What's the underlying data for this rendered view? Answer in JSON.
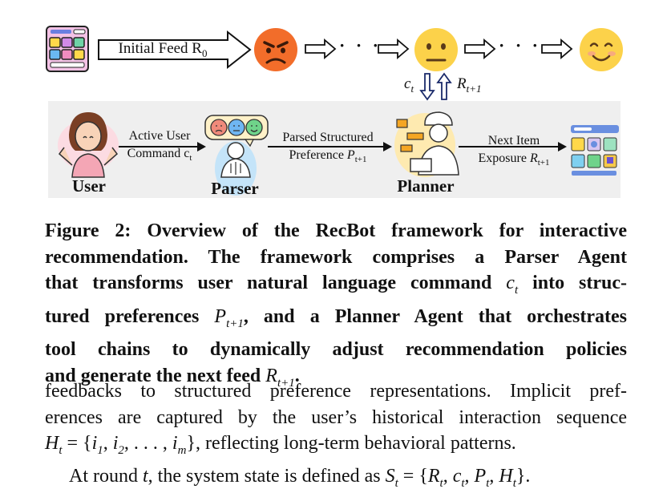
{
  "figure": {
    "initial_feed": {
      "text": "Initial Feed R",
      "sub": "0"
    },
    "top_dots_1": "· · ·",
    "top_dots_2": "· · ·",
    "ct_label": {
      "text": "c",
      "sub": "t"
    },
    "rt1_label": {
      "text": "R",
      "sub": "t+1"
    },
    "nodes": {
      "user": "User",
      "parser": "Parser",
      "planner": "Planner"
    },
    "edge1": {
      "line1": "Active User",
      "line2": "Command c",
      "line2_sub": "t"
    },
    "edge2": {
      "line1": "Parsed Structured",
      "line2": "Preference ",
      "line2_var": "P",
      "line2_sub": "t+1"
    },
    "edge3": {
      "line1": "Next Item",
      "line2": "Exposure ",
      "line2_var": "R",
      "line2_sub": "t+1"
    },
    "icons": [
      "feed-grid-icon",
      "angry-face-icon",
      "neutral-face-icon",
      "smiling-face-icon",
      "user-confused-icon",
      "parser-agent-icon",
      "planner-agent-icon"
    ]
  },
  "caption": {
    "l1": "Figure 2: Overview of the RecBot framework for interactive",
    "l2": "recommendation. The framework comprises a Parser Agent",
    "l3a": "that transforms user natural language command ",
    "l3_var": "c",
    "l3_sub": "t",
    "l3b": " into struc-",
    "l4a": "tured preferences ",
    "l4_var": "P",
    "l4_sub": "t+1",
    "l4b": ", and a Planner Agent that orchestrates",
    "l5": "tool chains to dynamically adjust recommendation policies",
    "l6a": "and generate the next feed ",
    "l6_var": "R",
    "l6_sub": "t+1",
    "l6b": "."
  },
  "body": {
    "l1": "feedbacks to structured preference representations. Implicit pref-",
    "l2": "erences are captured by the user’s historical interaction sequence",
    "l3_h": "H",
    "l3_hsub": "t",
    "l3_eq": " = {",
    "l3_i": "i",
    "l3_sub1": "1",
    "l3_sub2": "2",
    "l3_dots": ", . . . , ",
    "l3_subm": "m",
    "l3_close": "}, reflecting long-term behavioral patterns.",
    "l4a": "At round ",
    "l4_t": "t",
    "l4b": ", the system state is defined as ",
    "l4_s": "S",
    "l4_ssub": "t",
    "l4_eq": " = {",
    "l4_r": "R",
    "l4_c": "c",
    "l4_p": "P",
    "l4_h": "H",
    "l4_end": "}."
  }
}
